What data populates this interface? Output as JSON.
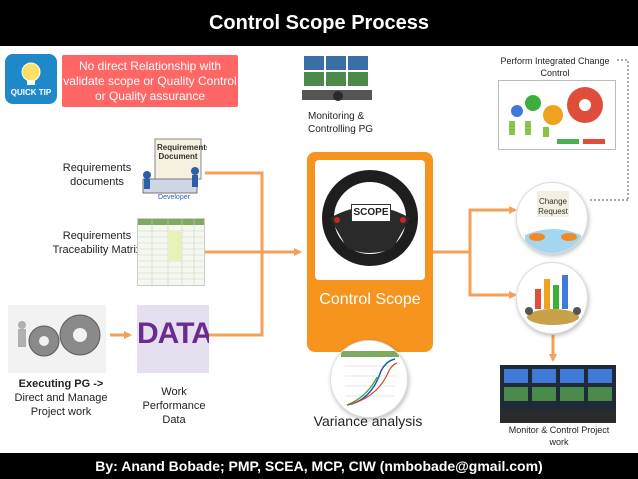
{
  "title": "Control Scope Process",
  "footer": "By: Anand Bobade; PMP, SCEA, MCP, CIW (nmbobade@gmail.com)",
  "quick_tip": {
    "badge": "QUICK TIP",
    "text": "No direct Relationship  with validate scope or  Quality Control or Quality assurance"
  },
  "inputs": {
    "requirements_documents": "Requirements documents",
    "requirements_traceability_matrix": "Requirements Traceability Matrix",
    "work_performance_data": "Work Performance Data",
    "executing_pg": "Executing PG ->",
    "direct_manage": "Direct and Manage Project work"
  },
  "thumb_text": {
    "req_doc": "Requirements Document",
    "developer": "Developer",
    "data": "DATA"
  },
  "monitoring_pg": "Monitoring & Controlling PG",
  "process": {
    "name": "Control Scope",
    "wheel_label": "SCOPE",
    "tool": "Variance analysis"
  },
  "outputs": {
    "perform_integrated": "Perform Integrated Change  Control",
    "change_request": "Change Request",
    "monitor_control": "Monitor & Control Project work"
  },
  "colors": {
    "header_bg": "#000000",
    "tip_bg": "#ff6666",
    "process_orange": "#f7941d",
    "arrow_orange": "#f5a05a",
    "data_purple": "#6b2c91"
  }
}
